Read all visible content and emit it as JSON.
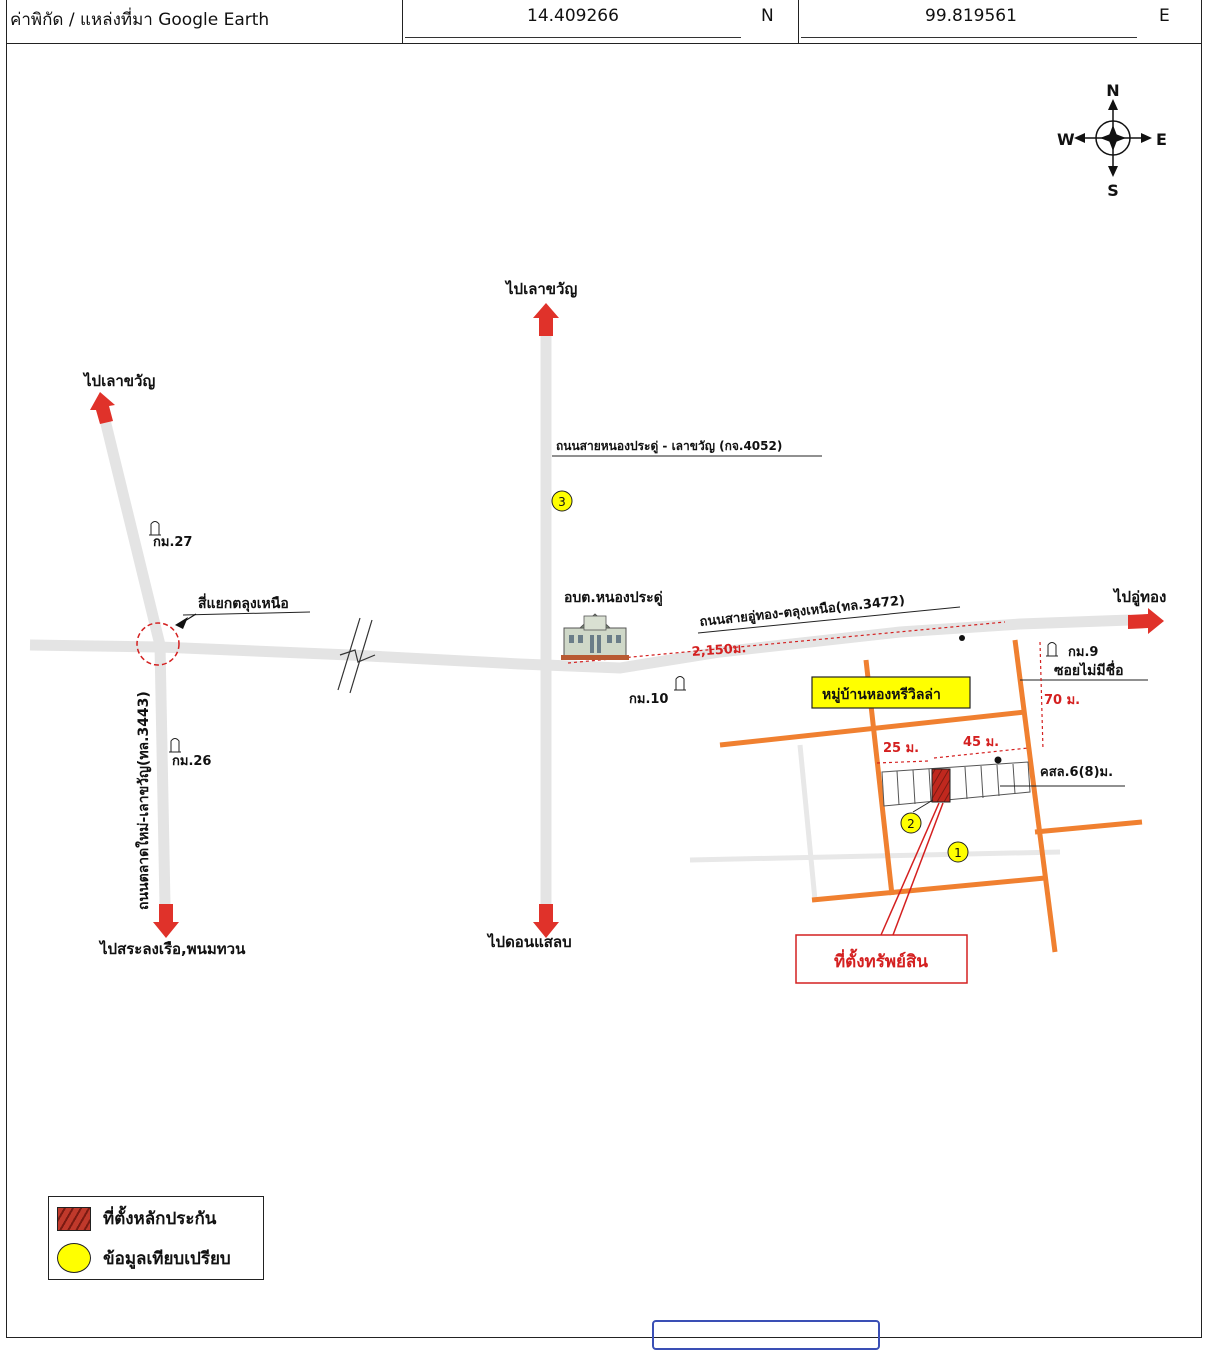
{
  "header": {
    "label": "ค่าพิกัด / แหล่งที่มา Google Earth",
    "lat_value": "14.409266",
    "lat_unit": "N",
    "lon_value": "99.819561",
    "lon_unit": "E"
  },
  "compass": {
    "n": "N",
    "s": "S",
    "e": "E",
    "w": "W"
  },
  "labels": {
    "to_laokhwan_left": "ไปเลาขวัญ",
    "to_laokhwan_center": "ไปเลาขวัญ",
    "road_4052": "ถนนสายหนองประดู่ - เลาขวัญ (กจ.4052)",
    "km27": "กม.27",
    "km26": "กม.26",
    "junction": "สี่แยกตลุงเหนือ",
    "road_3443": "ถนนตลาดใหม่-เลาขวัญ(ทล.3443)",
    "to_saraloengruea": "ไปสระลงเรือ,พนมทวน",
    "to_donsalab": "ไปดอนแสลบ",
    "tambon_office": "อบต.หนองประดู่",
    "km10": "กม.10",
    "road_3472": "ถนนสายอู่ทอง-ตลุงเหนือ(ทล.3472)",
    "dist_2150": "2,150ม.",
    "to_uthong": "ไปอู่ทอง",
    "km9": "กม.9",
    "soi": "ซอยไม่มีชื่อ",
    "dist_70": "70 ม.",
    "village": "หมู่บ้านหองหรีวิลล่า",
    "dist_25": "25 ม.",
    "dist_45": "45 ม.",
    "culvert": "คสล.6(8)ม.",
    "property": "ที่ตั้งทรัพย์สิน",
    "ref1": "1",
    "ref2": "2",
    "ref3": "3"
  },
  "legend": {
    "collateral": "ที่ตั้งหลักประกัน",
    "comparison": "ข้อมูลเทียบเปรียบ"
  },
  "colors": {
    "arrow_red": "#e0322a",
    "road_gray": "#e4e4e4",
    "village_road": "#f08030",
    "marker_yellow": "#ffff00",
    "property_red": "#c0281e",
    "label_red": "#d42020"
  }
}
